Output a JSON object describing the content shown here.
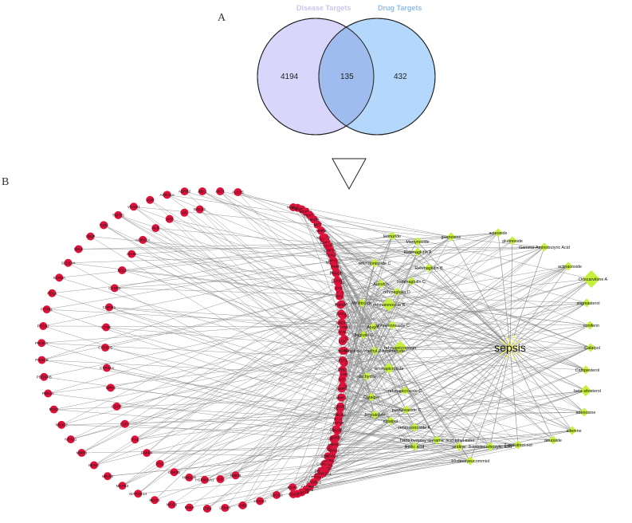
{
  "panels": {
    "a": "A",
    "b": "B"
  },
  "venn": {
    "left_title": "Disease Targets",
    "right_title": "Drug Targets",
    "left_only": "4194",
    "overlap": "135",
    "right_only": "432",
    "colors": {
      "left": "#d8d6fb",
      "right": "#b4d8fb",
      "overlap": "#9fbcef",
      "left_title": "#c9c5f2",
      "right_title": "#90bde9"
    }
  },
  "network": {
    "hub": "sepsis",
    "colors": {
      "gene": "#dc143c",
      "compound": "#c6f03c",
      "hub": "#ffff66",
      "edge": "#8a8a8a"
    },
    "outer_genes": [
      "RXRA",
      "LDGS3",
      "LOGS4",
      "LMB2",
      "LTB4H",
      "LTB3",
      "PAKA",
      "MCO6",
      "MCO4",
      "MAPOK14",
      "MAPK3",
      "MKCM",
      "MCM7",
      "MMP8",
      "NR3C1",
      "NR3C2",
      "PSS2",
      "PDE2A",
      "PDGFRB",
      "PIK3CB",
      "PIK3CA",
      "PTGS2",
      "PTPN1",
      "RELA",
      "SCN5A",
      "SLC6A4",
      "SELE",
      "SELP",
      "TLR4",
      "TNFRS",
      "VCAM1",
      "VDR",
      "ADRA1A",
      "ADRB2",
      "ABL1",
      "AKT1",
      "ALOX5"
    ],
    "second_genes": [
      "IKBKB",
      "IL6",
      "HSP90AA1",
      "HMGCR",
      "GSK3B",
      "FOS",
      "FABP4",
      "F10",
      "ESR1",
      "EGFR",
      "DPP4",
      "CYP3A4",
      "CYP2D6",
      "CTSK",
      "CHRM1",
      "CASP3",
      "BCL2",
      "ACHE",
      "ADRA2A",
      "ALB",
      "APP",
      "AR",
      "BACE1"
    ],
    "inner_genes": [
      "MAPK1",
      "MAPK8",
      "MAPK14",
      "MAPK2",
      "MAOA",
      "MAOB",
      "MET",
      "MMP2",
      "MMP9",
      "NOS2",
      "NOS3",
      "NOTCH1",
      "NFKB1",
      "PIK3R1",
      "PLG",
      "PPARA",
      "PPARG",
      "PTPN11",
      "RXRG",
      "SLC6A3",
      "SRC",
      "TNF",
      "TP53",
      "TTR",
      "VEGFA",
      "XDH",
      "CXCR4",
      "CXCL8",
      "CCL2",
      "EDNRA",
      "CYP19A1",
      "PRKCA",
      "PTGS1",
      "ADORA1",
      "ADORA2A",
      "ADORA3",
      "ADRA1B",
      "AKT2",
      "CDK2"
    ],
    "core_genes": [
      "KCNH2",
      "ESR2",
      "CHEK1",
      "STAT3",
      "GSK3A",
      "JAK2",
      "HRH1",
      "PGR",
      "PRKCB",
      "ELANE",
      "CA2",
      "CA1",
      "TOP2A",
      "CDK1",
      "APEX1",
      "SYK",
      "LCK",
      "KDR",
      "FLT3",
      "PTK2",
      "KIT",
      "MMP3",
      "MMP1",
      "ABCB1",
      "ABCG2",
      "IGF1R",
      "INSR",
      "PARP1",
      "HDAC1",
      "HDAC2",
      "HDAC6",
      "AURKA",
      "PLK1",
      "BRD4",
      "PIM1",
      "CSNK2A1"
    ],
    "compounds": [
      {
        "label": "acteoside",
        "size": 1.0
      },
      {
        "label": "guanosine",
        "size": 1.0
      },
      {
        "label": "glutinoside",
        "size": 1.0
      },
      {
        "label": "Gamma-Aminobutyric Acid",
        "size": 1.0
      },
      {
        "label": "actinacoside",
        "size": 1.0
      },
      {
        "label": "leonuride",
        "size": 1.0
      },
      {
        "label": "Martynoside",
        "size": 1.0
      },
      {
        "label": "Rehmaglutin A",
        "size": 1.0
      },
      {
        "label": "Rehmaglutin B",
        "size": 1.0
      },
      {
        "label": "Rehmaglutin C",
        "size": 1.0
      },
      {
        "label": "rehmaglutin D",
        "size": 1.0
      },
      {
        "label": "rehmaionoside B",
        "size": 1.6
      },
      {
        "label": "rehmanionoside C",
        "size": 1.0
      },
      {
        "label": "rehmapicrogenin",
        "size": 1.6
      },
      {
        "label": "rehmapicroside",
        "size": 1.3
      },
      {
        "label": "rehmapicroside C",
        "size": 1.0
      },
      {
        "label": "purpureaside C",
        "size": 1.0
      },
      {
        "label": "rehmaionoside A",
        "size": 1.0
      },
      {
        "label": "catalpol",
        "size": 1.0
      },
      {
        "label": "Catalpol",
        "size": 1.0
      },
      {
        "label": "stachyose",
        "size": 1.0
      },
      {
        "label": "5-hydroxy-methyl-2-furaldehyde",
        "size": 1.0
      },
      {
        "label": "Ajugol",
        "size": 1.0
      },
      {
        "label": "Aucubin",
        "size": 1.0
      },
      {
        "label": "rehmannioside C",
        "size": 1.0
      },
      {
        "label": "Melittoside",
        "size": 1.0
      },
      {
        "label": "Jioglutin D",
        "size": 1.0
      },
      {
        "label": "Jioglutolide",
        "size": 1.0
      },
      {
        "label": "Campesterol",
        "size": 1.0
      },
      {
        "label": "beta-sitosterol",
        "size": 1.3
      },
      {
        "label": "adenosine",
        "size": 1.0
      },
      {
        "label": "adenine",
        "size": 1.0
      },
      {
        "label": "aeuoside",
        "size": 1.0
      },
      {
        "label": "7-aceutinol-nol",
        "size": 1.0
      },
      {
        "label": "3-indolecarboxylic acid",
        "size": 1.0
      },
      {
        "label": "uridine",
        "size": 1.0
      },
      {
        "label": "Trans-hydroxy cinnamic acid ethyl ester",
        "size": 1.0
      },
      {
        "label": "linolic acid",
        "size": 1.0
      },
      {
        "label": "10-deoxyeucommiol",
        "size": 1.0
      },
      {
        "label": "Oriscarvilone A",
        "size": 2.0
      },
      {
        "label": "stigmasterol",
        "size": 1.0
      },
      {
        "label": "coniferin",
        "size": 1.0
      },
      {
        "label": "Catalpol",
        "size": 1.0
      }
    ]
  }
}
